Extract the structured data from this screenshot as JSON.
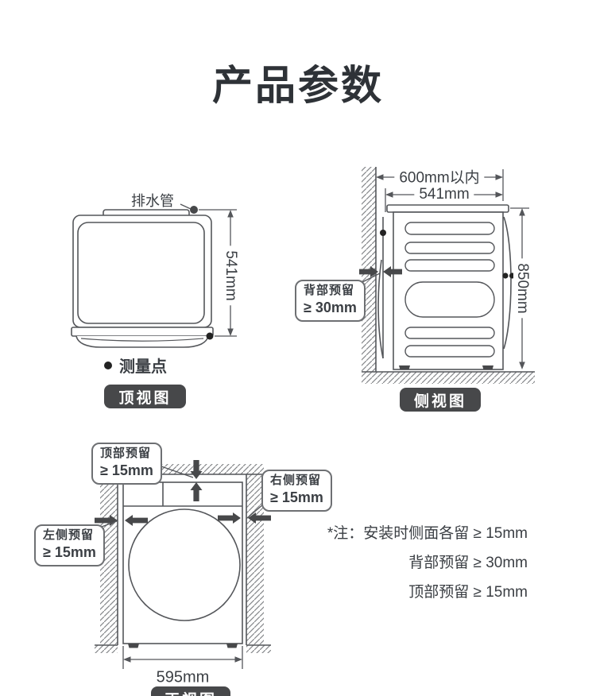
{
  "page": {
    "title": "产品参数"
  },
  "colors": {
    "line": "#54565a",
    "dark": "#47484a",
    "text": "#3b3f44",
    "badge_bg": "#47484a",
    "dot": "#232323"
  },
  "top_view": {
    "badge": "顶视图",
    "drain_pipe_label": "排水管",
    "depth_dimension": "541mm",
    "legend_label": "测量点"
  },
  "side_view": {
    "badge": "侧视图",
    "outer_dimension": "600mm以内",
    "depth_dimension": "541mm",
    "height_dimension": "850mm",
    "back_clearance": {
      "label": "背部预留",
      "value": "≥ 30mm"
    }
  },
  "front_view": {
    "badge": "正视图",
    "width_dimension": "595mm",
    "top_clearance": {
      "label": "顶部预留",
      "value": "≥ 15mm"
    },
    "right_clearance": {
      "label": "右侧预留",
      "value": "≥ 15mm"
    },
    "left_clearance": {
      "label": "左侧预留",
      "value": "≥ 15mm"
    }
  },
  "notes": {
    "line1": "*注：安装时侧面各留 ≥ 15mm",
    "line2": "背部预留 ≥ 30mm",
    "line3": "顶部预留 ≥ 15mm"
  }
}
